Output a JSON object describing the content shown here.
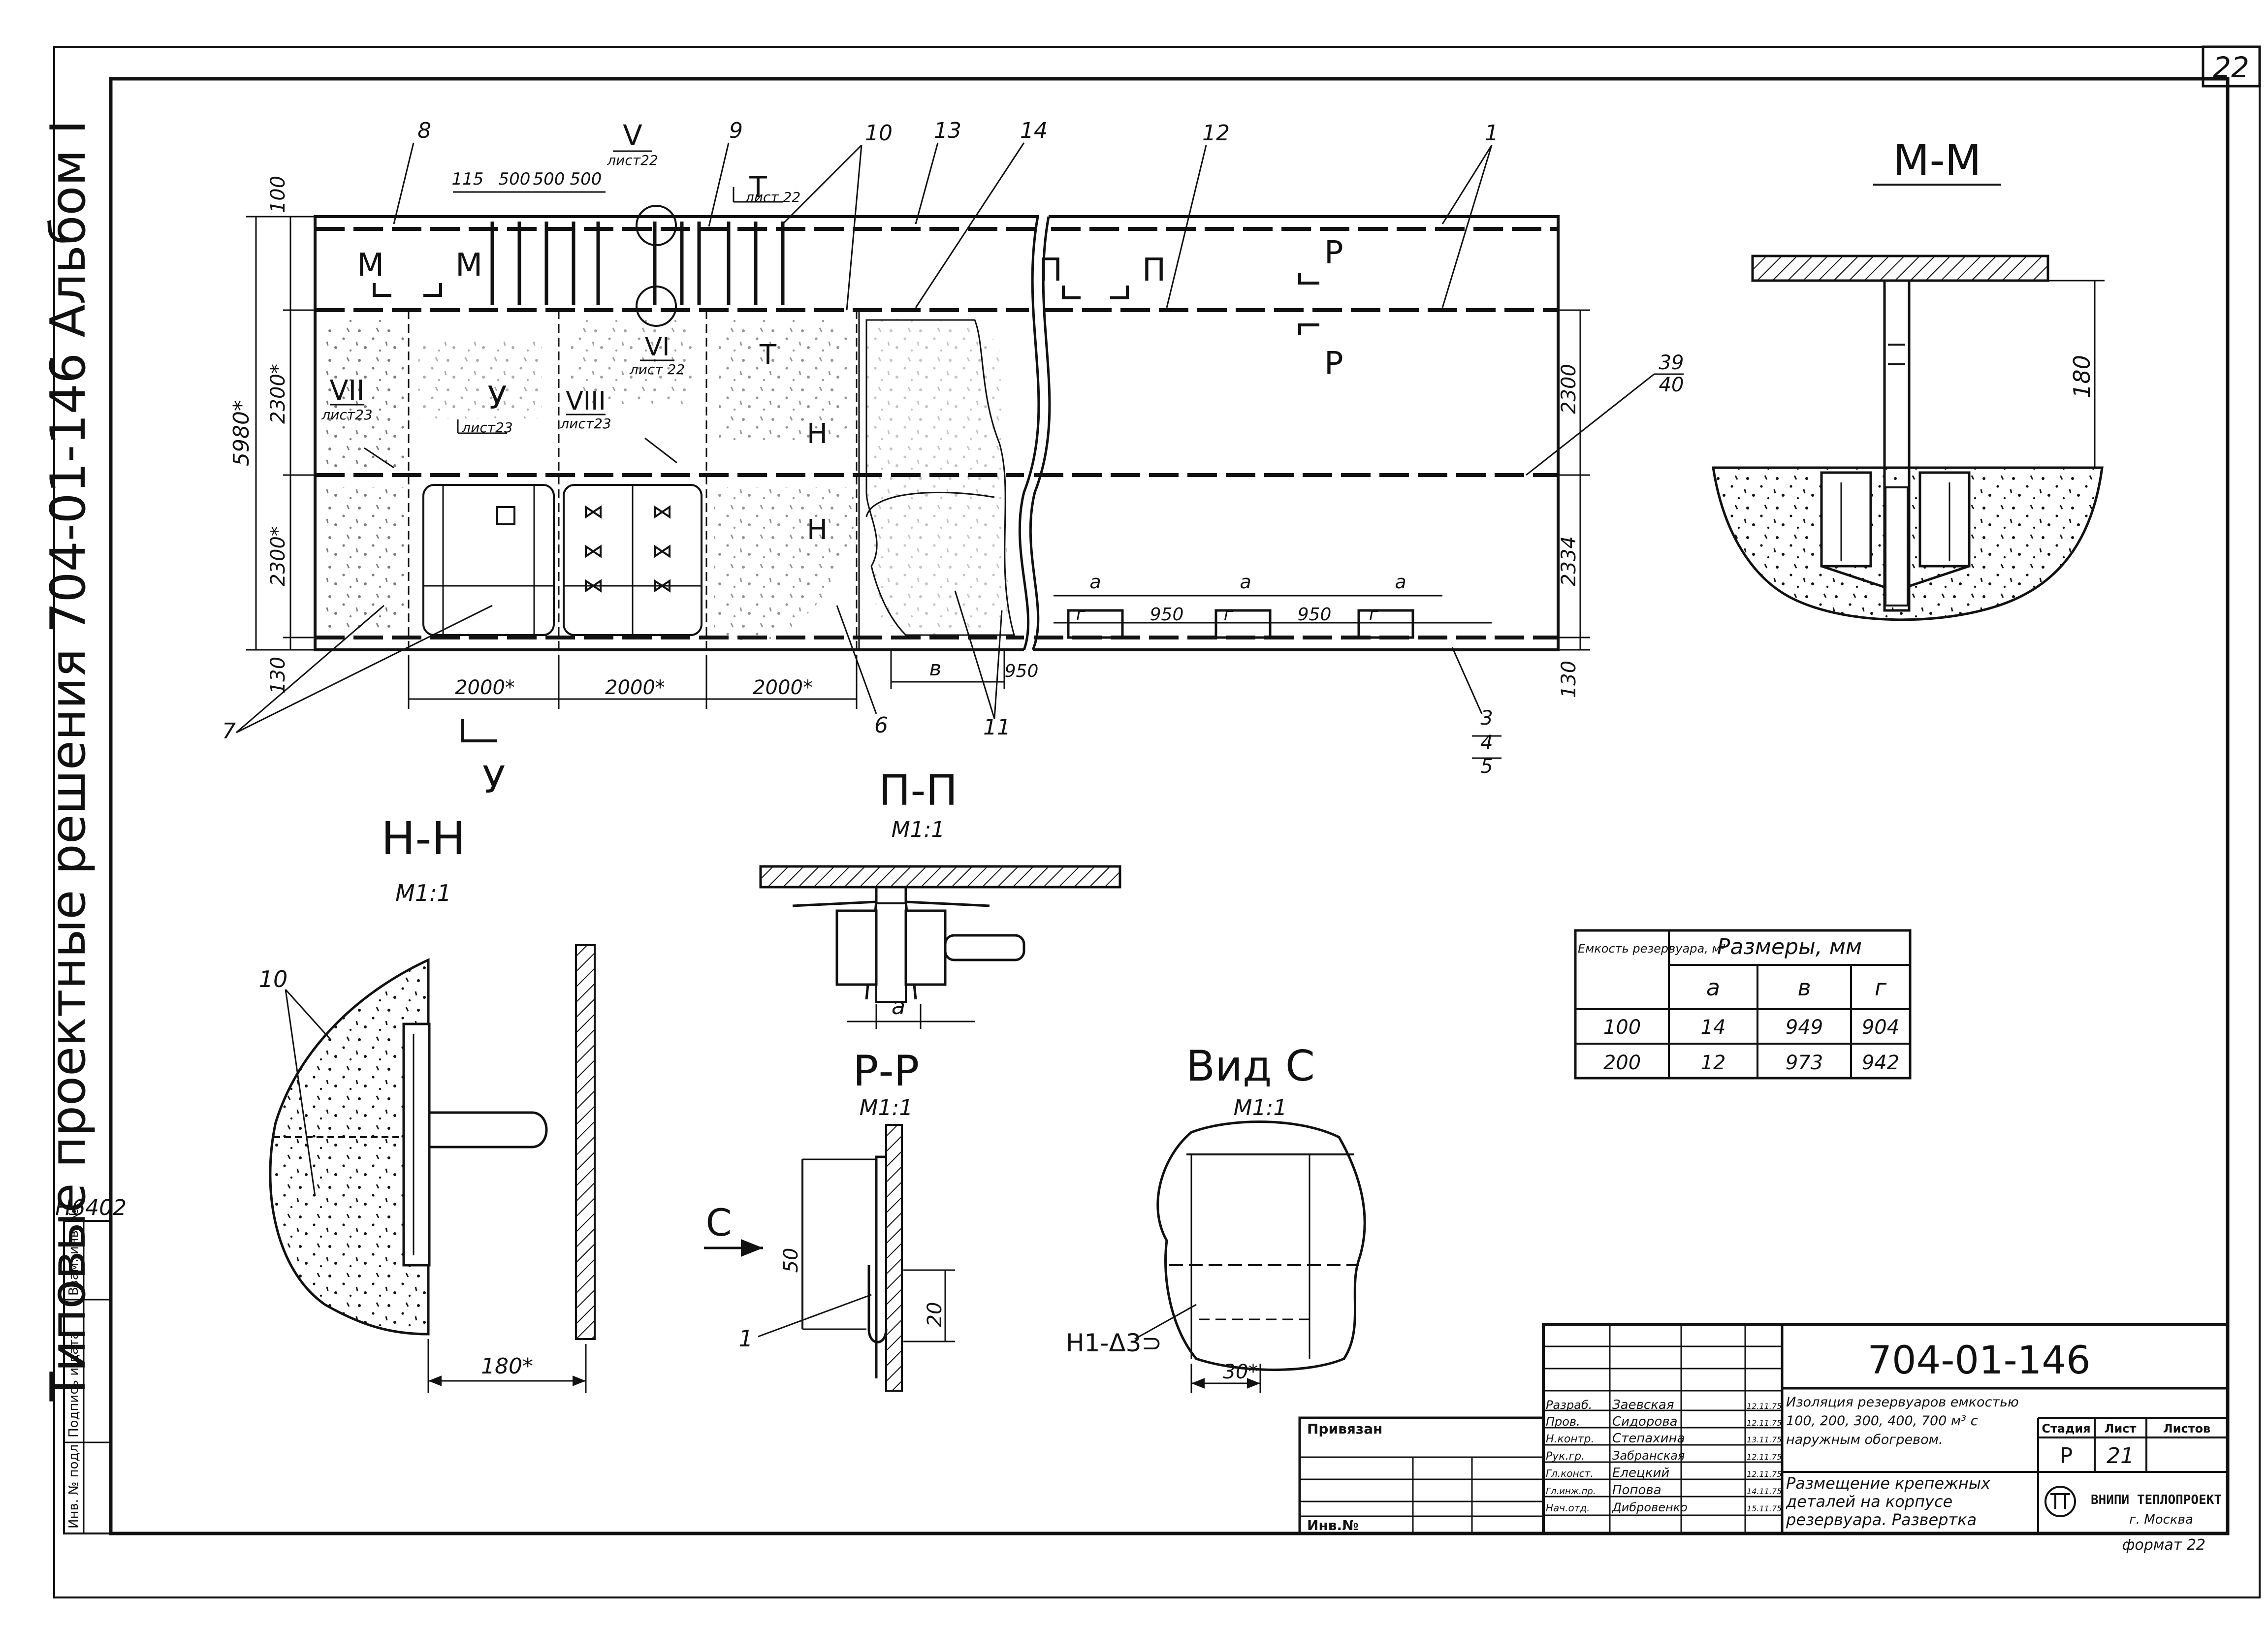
{
  "sheet": {
    "sheet_number": "22",
    "side_title": "Типовые проектные решения 704-01-146 Альбом I",
    "archive_number": "Н6402",
    "side_stamp_labels": [
      "Инв. № подл.",
      "Подпись и дата",
      "Взам. инв. №"
    ]
  },
  "main_view": {
    "overall_height": "5980*",
    "band_heights_left": [
      "100",
      "2300*",
      "2300*",
      "130"
    ],
    "band_heights_right": [
      "2300",
      "2334",
      "130"
    ],
    "top_spacings": [
      "115",
      "500",
      "500",
      "500"
    ],
    "bottom_dims": [
      "2000*",
      "2000*",
      "2000*"
    ],
    "right_dims": [
      "в",
      "950"
    ],
    "lower_dims": [
      "г",
      "950",
      "г",
      "950",
      "г"
    ],
    "a_marks": [
      "а",
      "а",
      "а"
    ],
    "panel_letters": [
      "Т",
      "Н",
      "Н"
    ],
    "callouts": [
      {
        "label": "V",
        "ref": "лист22"
      },
      {
        "label": "Т",
        "ref": "лист 22"
      },
      {
        "label": "VI",
        "ref": "лист 22"
      },
      {
        "label": "VII",
        "ref": "лист23"
      },
      {
        "label": "У",
        "ref": "лист23"
      },
      {
        "label": "VIII",
        "ref": "лист23"
      }
    ],
    "cuts": [
      "М",
      "М",
      "П",
      "П",
      "Р",
      "Р",
      "У"
    ],
    "positions": [
      "8",
      "9",
      "10",
      "13",
      "14",
      "12",
      "1",
      "39",
      "40",
      "7",
      "6",
      "11",
      "3",
      "4",
      "5"
    ]
  },
  "section_mm": {
    "title": "М-М",
    "dim": "180"
  },
  "section_nn": {
    "title": "Н-Н",
    "scale": "М1:1",
    "position": "10",
    "dim": "180*"
  },
  "section_pp": {
    "title": "П-П",
    "scale": "М1:1",
    "dim": "а"
  },
  "section_rr": {
    "title": "Р-Р",
    "scale": "М1:1",
    "dim_a": "50",
    "dim_b": "20",
    "position": "1",
    "arrow": "С"
  },
  "view_c": {
    "title": "Вид С",
    "scale": "М1:1",
    "weld": "Н1-Δ3⊃",
    "dim": "30*"
  },
  "dims_table": {
    "header_col1": "Емкость резервуара, м³",
    "header_group": "Размеры, мм",
    "columns": [
      "а",
      "в",
      "г"
    ],
    "rows": [
      [
        "100",
        "14",
        "949",
        "904"
      ],
      [
        "200",
        "12",
        "973",
        "942"
      ]
    ]
  },
  "title_block": {
    "code": "704-01-146",
    "bound_label": "Привязан",
    "inv_label": "Инв.№",
    "roles": [
      {
        "role": "Разраб.",
        "name": "Заевская",
        "date": "12.11.75"
      },
      {
        "role": "Пров.",
        "name": "Сидорова",
        "date": "12.11.75"
      },
      {
        "role": "Н.контр.",
        "name": "Степахина",
        "date": "13.11.75"
      },
      {
        "role": "Рук.гр.",
        "name": "Забранская",
        "date": "12.11.75"
      },
      {
        "role": "Гл.конст.",
        "name": "Елецкий",
        "date": "12.11.75"
      },
      {
        "role": "Гл.инж.пр.",
        "name": "Попова",
        "date": "14.11.75"
      },
      {
        "role": "Нач.отд.",
        "name": "Дибровенко",
        "date": "15.11.75"
      }
    ],
    "subject": "Изоляция резервуаров емкостью 100, 200, 300, 400, 700 м³ с наружным обогревом.",
    "drawing_title": "Размещение крепежных деталей на корпусе резервуара. Развертка",
    "stage_label": "Стадия",
    "stage": "Р",
    "sheet_label": "Лист",
    "sheet": "21",
    "sheets_label": "Листов",
    "org": "ВНИПИ ТЕПЛОПРОЕКТ",
    "city": "г. Москва",
    "format": "формат 22"
  }
}
